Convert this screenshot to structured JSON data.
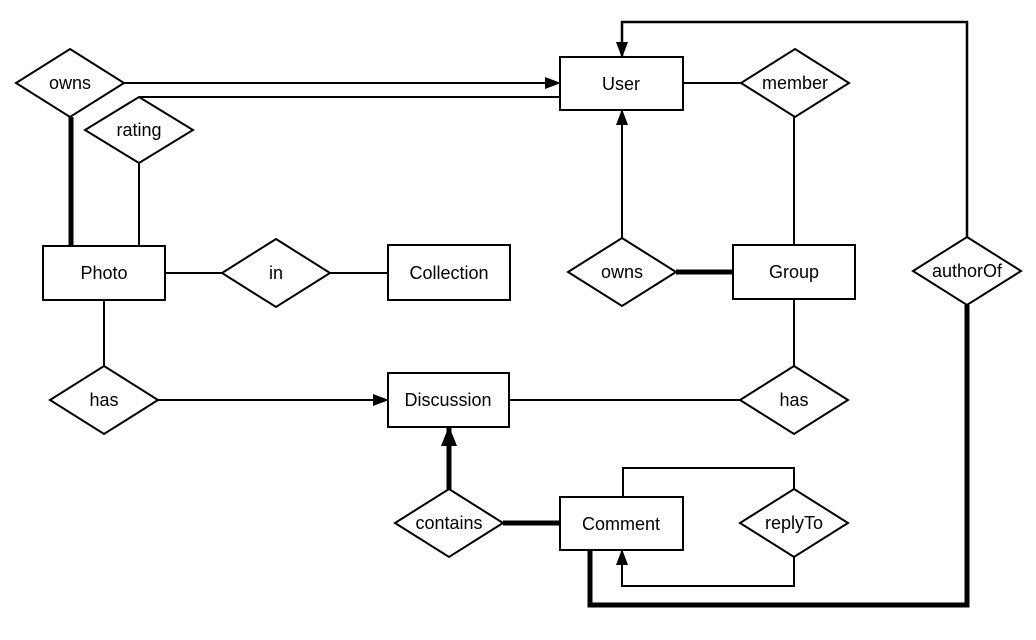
{
  "diagram": {
    "kind": "entity-relationship-diagram",
    "colors": {
      "background": "#ffffff",
      "node_fill": "#ffffff",
      "stroke": "#000000",
      "text": "#000000"
    },
    "entities": [
      {
        "id": "user",
        "label": "User"
      },
      {
        "id": "photo",
        "label": "Photo"
      },
      {
        "id": "collection",
        "label": "Collection"
      },
      {
        "id": "group",
        "label": "Group"
      },
      {
        "id": "discussion",
        "label": "Discussion"
      },
      {
        "id": "comment",
        "label": "Comment"
      }
    ],
    "relationships": [
      {
        "id": "owns-photo",
        "label": "owns"
      },
      {
        "id": "rating",
        "label": "rating"
      },
      {
        "id": "in",
        "label": "in"
      },
      {
        "id": "member",
        "label": "member"
      },
      {
        "id": "owns-group",
        "label": "owns"
      },
      {
        "id": "has-photo",
        "label": "has"
      },
      {
        "id": "has-group",
        "label": "has"
      },
      {
        "id": "author-of",
        "label": "authorOf"
      },
      {
        "id": "contains",
        "label": "contains"
      },
      {
        "id": "reply-to",
        "label": "replyTo"
      }
    ],
    "edges": [
      {
        "from": "owns-photo",
        "to": "user",
        "style": "thin",
        "arrow_at": "user"
      },
      {
        "from": "rating",
        "to": "user",
        "style": "thin",
        "arrow_at": null
      },
      {
        "from": "owns-photo",
        "to": "photo",
        "style": "thick",
        "arrow_at": null
      },
      {
        "from": "rating",
        "to": "photo",
        "style": "thin",
        "arrow_at": null
      },
      {
        "from": "photo",
        "to": "in",
        "style": "thin",
        "arrow_at": null
      },
      {
        "from": "in",
        "to": "collection",
        "style": "thin",
        "arrow_at": null
      },
      {
        "from": "photo",
        "to": "has-photo",
        "style": "thin",
        "arrow_at": null
      },
      {
        "from": "has-photo",
        "to": "discussion",
        "style": "thin",
        "arrow_at": "discussion"
      },
      {
        "from": "discussion",
        "to": "has-group",
        "style": "thin",
        "arrow_at": null
      },
      {
        "from": "group",
        "to": "has-group",
        "style": "thin",
        "arrow_at": null
      },
      {
        "from": "member",
        "to": "group",
        "style": "thin",
        "arrow_at": null
      },
      {
        "from": "user",
        "to": "member",
        "style": "thin",
        "arrow_at": null
      },
      {
        "from": "owns-group",
        "to": "group",
        "style": "thick",
        "arrow_at": null
      },
      {
        "from": "owns-group",
        "to": "user",
        "style": "thin",
        "arrow_at": "user"
      },
      {
        "from": "author-of",
        "to": "user",
        "style": "medium",
        "arrow_at": "user"
      },
      {
        "from": "comment",
        "to": "author-of",
        "style": "thick",
        "arrow_at": null
      },
      {
        "from": "contains",
        "to": "discussion",
        "style": "thick",
        "arrow_at": "discussion"
      },
      {
        "from": "contains",
        "to": "comment",
        "style": "thick",
        "arrow_at": null
      },
      {
        "from": "comment",
        "to": "reply-to",
        "style": "thin",
        "arrow_at": null
      },
      {
        "from": "reply-to",
        "to": "comment",
        "style": "thin",
        "arrow_at": "comment"
      }
    ]
  }
}
